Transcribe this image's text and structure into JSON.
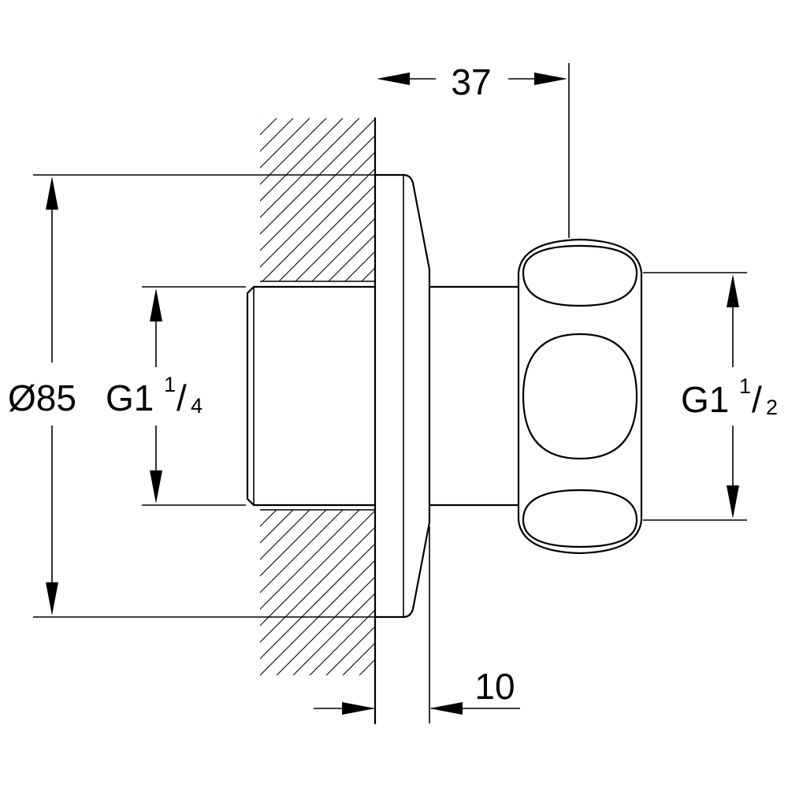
{
  "dimensions": {
    "depth": {
      "value": "37"
    },
    "wall_offset": {
      "value": "10"
    },
    "diameter": {
      "prefix": "Ø85"
    },
    "inlet_thread": {
      "base": "G1",
      "num": "1",
      "den": "4"
    },
    "outlet_thread": {
      "base": "G1",
      "num": "1",
      "den": "2"
    }
  },
  "colors": {
    "line": "#000000",
    "background": "#ffffff"
  }
}
